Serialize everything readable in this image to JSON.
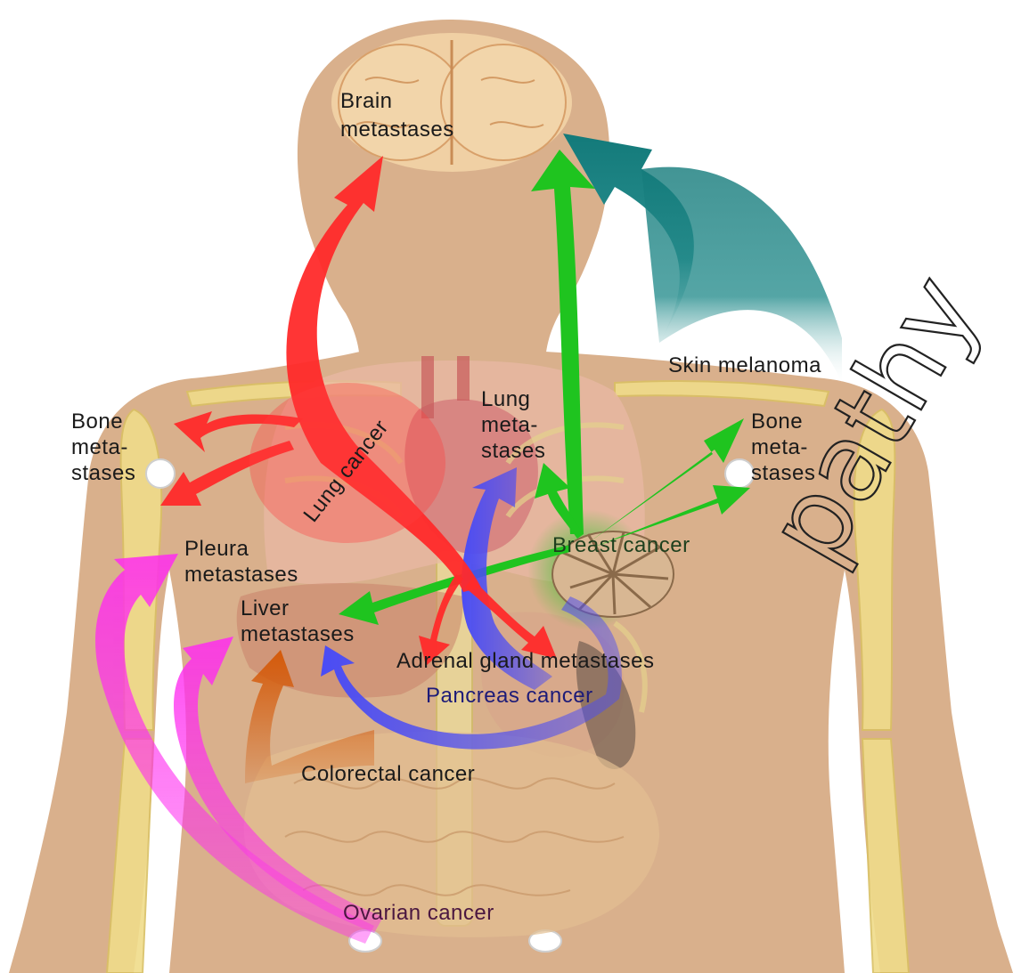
{
  "labels": {
    "brain": [
      "Brain",
      "metastases"
    ],
    "skin_melanoma": "Skin melanoma",
    "bone_left": [
      "Bone",
      "meta-",
      "stases"
    ],
    "bone_right": [
      "Bone",
      "meta-",
      "stases"
    ],
    "lung_meta": [
      "Lung",
      "meta-",
      "stases"
    ],
    "lung_cancer": "Lung cancer",
    "breast_cancer": "Breast cancer",
    "pleura": [
      "Pleura",
      "metastases"
    ],
    "liver": [
      "Liver",
      "metastases"
    ],
    "adrenal": "Adrenal gland metastases",
    "pancreas": "Pancreas cancer",
    "colorectal": "Colorectal cancer",
    "ovarian": "Ovarian cancer"
  },
  "watermark": "pathy",
  "colors": {
    "skin": "#d9b08c",
    "bone": "#f0dc8a",
    "lung_cancer_arrows": "#ff2a2a",
    "breast_cancer_arrows": "#1fc41f",
    "melanoma_arrow": "#137a7a",
    "pancreas_arrows": "#4a4cf5",
    "colorectal_arrow": "#d45a0a",
    "ovarian_arrows": "#ff2bf0"
  }
}
